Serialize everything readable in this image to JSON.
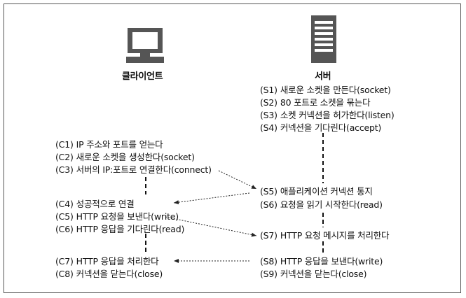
{
  "client": {
    "label": "클라이언트",
    "steps": [
      {
        "id": "(C1)",
        "text": "IP 주소와 포트를 얻는다"
      },
      {
        "id": "(C2)",
        "text": "새로운 소켓을 생성한다(socket)"
      },
      {
        "id": "(C3)",
        "text": "서버의 IP:포트로 연결한다(connect)"
      },
      {
        "id": "(C4)",
        "text": "성공적으로 연결"
      },
      {
        "id": "(C5)",
        "text": "HTTP 요청을 보낸다(write)"
      },
      {
        "id": "(C6)",
        "text": "HTTP 응답을 기다린다(read)"
      },
      {
        "id": "(C7)",
        "text": "HTTP 응답을 처리한다"
      },
      {
        "id": "(C8)",
        "text": "커넥션을 닫는다(close)"
      }
    ]
  },
  "server": {
    "label": "서버",
    "steps": [
      {
        "id": "(S1)",
        "text": "새로운 소켓을 만든다(socket)"
      },
      {
        "id": "(S2)",
        "text": "80 포트로 소켓을 묶는다"
      },
      {
        "id": "(S3)",
        "text": "소켓 커넥션을 허가한다(listen)"
      },
      {
        "id": "(S4)",
        "text": "커넥션을 기다린다(accept)"
      },
      {
        "id": "(S5)",
        "text": "애플리케이션 커넥션 통지"
      },
      {
        "id": "(S6)",
        "text": "요청을 읽기 시작한다(read)"
      },
      {
        "id": "(S7)",
        "text": "HTTP 요청 메시지를 처리한다"
      },
      {
        "id": "(S8)",
        "text": "HTTP 응답을 보낸다(write)"
      },
      {
        "id": "(S9)",
        "text": "커넥션을 닫는다(close)"
      }
    ]
  },
  "icons": {
    "client": "computer-monitor-icon",
    "server": "server-tower-icon"
  }
}
